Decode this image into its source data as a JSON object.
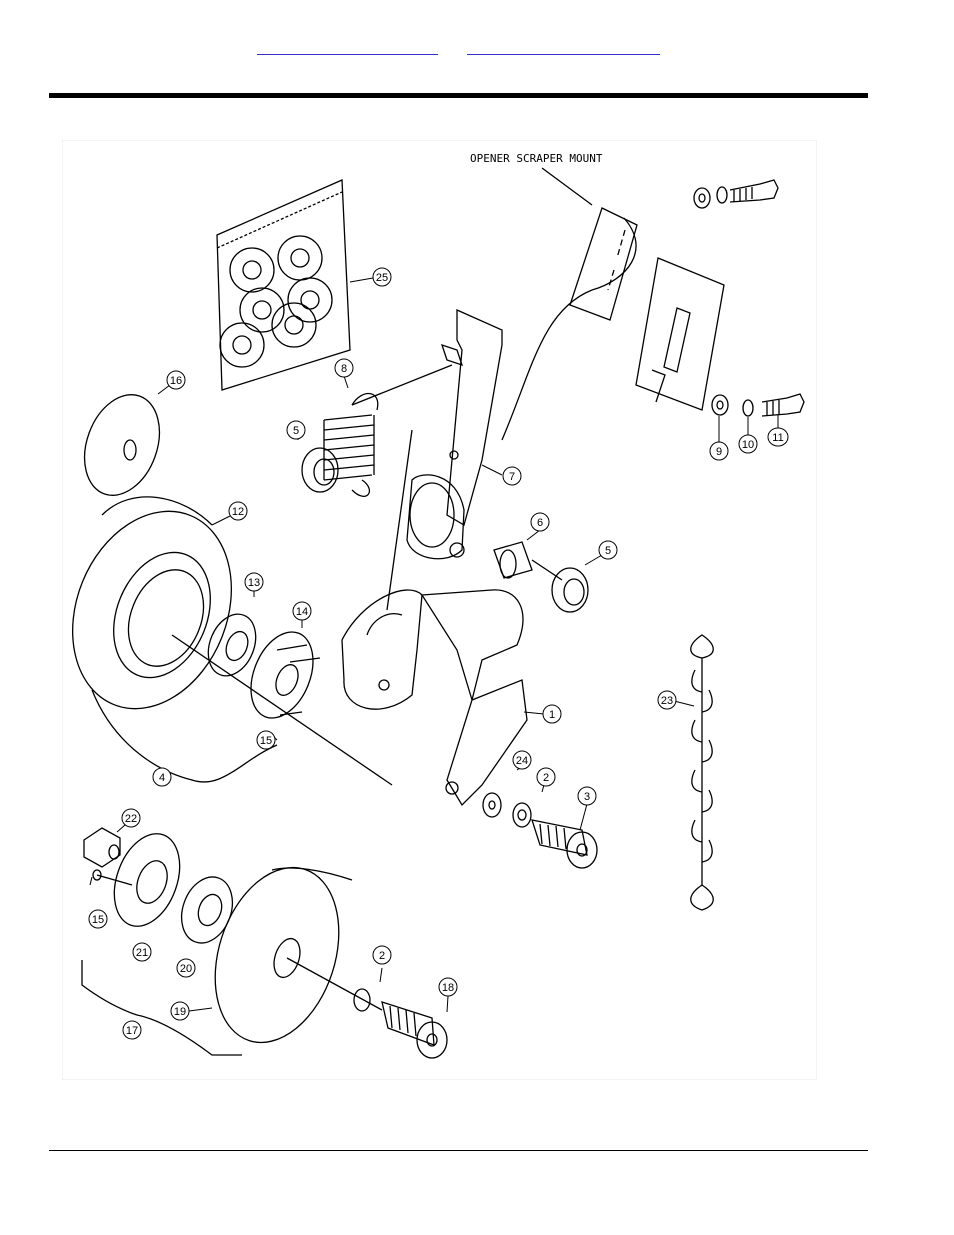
{
  "header": {
    "link_left": "",
    "link_right": ""
  },
  "figure": {
    "caption_mount": "OPENER SCRAPER MOUNT",
    "callouts": {
      "c1": "1",
      "c2a": "2",
      "c2b": "2",
      "c3": "3",
      "c4": "4",
      "c5a": "5",
      "c5b": "5",
      "c6": "6",
      "c7": "7",
      "c8": "8",
      "c9": "9",
      "c10": "10",
      "c11": "11",
      "c12": "12",
      "c13": "13",
      "c14": "14",
      "c15a": "15",
      "c15b": "15",
      "c16": "16",
      "c17": "17",
      "c18": "18",
      "c19": "19",
      "c20": "20",
      "c21": "21",
      "c22": "22",
      "c23": "23",
      "c24": "24",
      "c25": "25"
    }
  }
}
